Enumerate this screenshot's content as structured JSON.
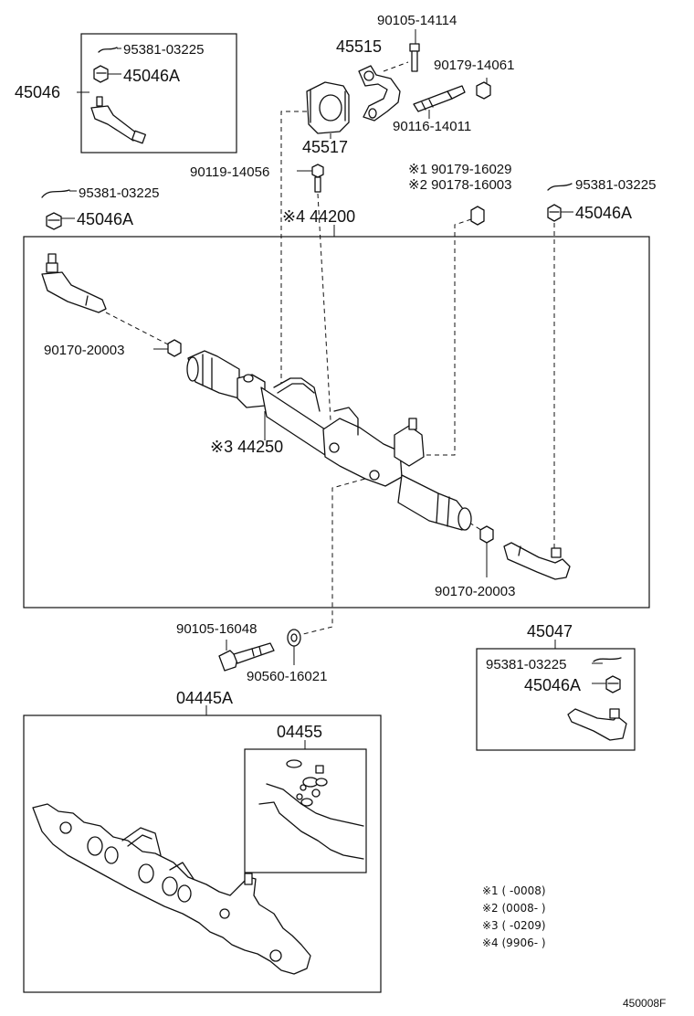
{
  "labels": {
    "p90105_14114": "90105-14114",
    "p45515": "45515",
    "p90179_14061": "90179-14061",
    "p90116_14011": "90116-14011",
    "p45517": "45517",
    "p45046": "45046",
    "p95381_tl": "95381-03225",
    "p45046A_tl": "45046A",
    "p90119_14056": "90119-14056",
    "p95381_l": "95381-03225",
    "p45046A_l": "45046A",
    "p44200": "※4 44200",
    "p90179_16029": "※1 90179-16029",
    "p90178_16003": "※2 90178-16003",
    "p95381_r": "95381-03225",
    "p45046A_r": "45046A",
    "p90170_20003_l": "90170-20003",
    "p44250": "※3 44250",
    "p90170_20003_r": "90170-20003",
    "p90105_16048": "90105-16048",
    "p90560_16021": "90560-16021",
    "p45047": "45047",
    "p95381_br": "95381-03225",
    "p45046A_br": "45046A",
    "p04445A": "04445A",
    "p04455": "04455",
    "diagram_code": "450008F"
  },
  "notes": [
    "※1 (       -0008)",
    "※2 (0008-       )",
    "※3 (       -0209)",
    "※4 (9906-       )"
  ]
}
